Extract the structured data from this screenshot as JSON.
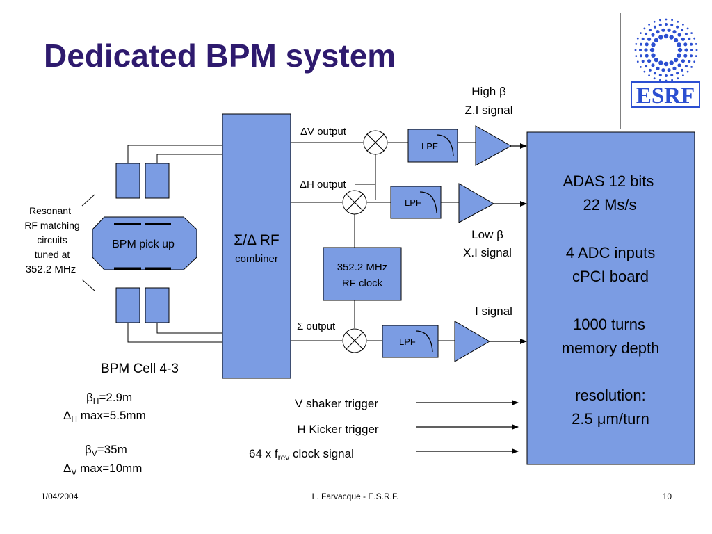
{
  "slide": {
    "title": "Dedicated BPM system",
    "footer": {
      "date": "1/04/2004",
      "author": "L. Farvacque - E.S.R.F.",
      "page": "10"
    },
    "logo_text": "ESRF",
    "colors": {
      "title": "#2e1a6e",
      "box_fill": "#7b9ce3",
      "box_stroke": "#000000",
      "logo": "#2c4fd1"
    }
  },
  "diagram": {
    "pickup_label": "BPM pick up",
    "resonant_note": [
      "Resonant",
      "RF matching",
      "circuits",
      "tuned at",
      "352.2 MHz"
    ],
    "combiner": {
      "symbol": "Σ/Δ RF",
      "sub": "combiner"
    },
    "outputs": {
      "dv": "ΔV output",
      "dh": "ΔH output",
      "sigma": "Σ output"
    },
    "lpf": "LPF",
    "rf_clock": [
      "352.2 MHz",
      "RF clock"
    ],
    "signals": {
      "high_beta": [
        "High β",
        "Z.I signal"
      ],
      "low_beta": [
        "Low β",
        "X.I signal"
      ],
      "i_signal": "I signal"
    },
    "adas": [
      "ADAS 12 bits",
      "22 Ms/s",
      "",
      "4 ADC inputs",
      "cPCI board",
      "",
      "1000 turns",
      "memory depth",
      "",
      "resolution:",
      "2.5 μm/turn"
    ],
    "cell": "BPM Cell 4-3",
    "params": {
      "beta_h": {
        "sym": "β",
        "sub": "H",
        "val": "=2.9m"
      },
      "delta_h": {
        "sym": "Δ",
        "sub": "H",
        "val": " max=5.5mm"
      },
      "beta_v": {
        "sym": "β",
        "sub": "V",
        "val": "=35m"
      },
      "delta_v": {
        "sym": "Δ",
        "sub": "V",
        "val": " max=10mm"
      }
    },
    "triggers": {
      "v_shaker": "V shaker trigger",
      "h_kicker": "H Kicker trigger",
      "clock": {
        "pre": "64 x f",
        "sub": "rev",
        "post": " clock signal"
      }
    }
  }
}
